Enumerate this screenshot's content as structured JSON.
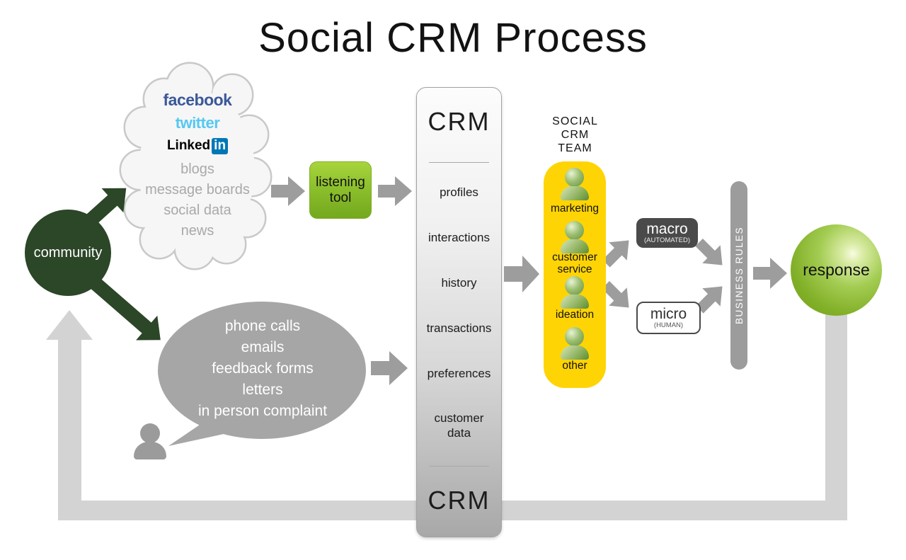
{
  "title": "Social CRM Process",
  "colors": {
    "dark_green": "#2c4628",
    "lime_green": "#8cc63f",
    "team_yellow": "#ffd405",
    "arrow_gray": "#9d9d9d",
    "loop_gray": "#d3d3d3",
    "bubble_gray": "#a6a6a6",
    "macro_bg": "#4a4a4a",
    "facebook_blue": "#3b5998",
    "twitter_blue": "#55c8f3",
    "linkedin_blue": "#0077b5"
  },
  "cloud": {
    "facebook": "facebook",
    "twitter": "twitter",
    "linkedin_text": "Linked",
    "linkedin_badge": "in",
    "items": [
      "blogs",
      "message boards",
      "social data",
      "news"
    ]
  },
  "community": {
    "label": "community"
  },
  "listening_tool": {
    "label": "listening tool"
  },
  "crm": {
    "top_label": "CRM",
    "bottom_label": "CRM",
    "items": [
      "profiles",
      "interactions",
      "history",
      "transactions",
      "preferences",
      "customer data"
    ]
  },
  "team": {
    "header": "SOCIAL CRM TEAM",
    "roles": [
      "marketing",
      "customer service",
      "ideation",
      "other"
    ]
  },
  "macro": {
    "label": "macro",
    "sub": "(AUTOMATED)"
  },
  "micro": {
    "label": "micro",
    "sub": "(HUMAN)"
  },
  "business_rules": {
    "label": "BUSINESS RULES"
  },
  "response": {
    "label": "response"
  },
  "bubble": {
    "lines": [
      "phone calls",
      "emails",
      "feedback forms",
      "letters",
      "in person complaint"
    ]
  }
}
